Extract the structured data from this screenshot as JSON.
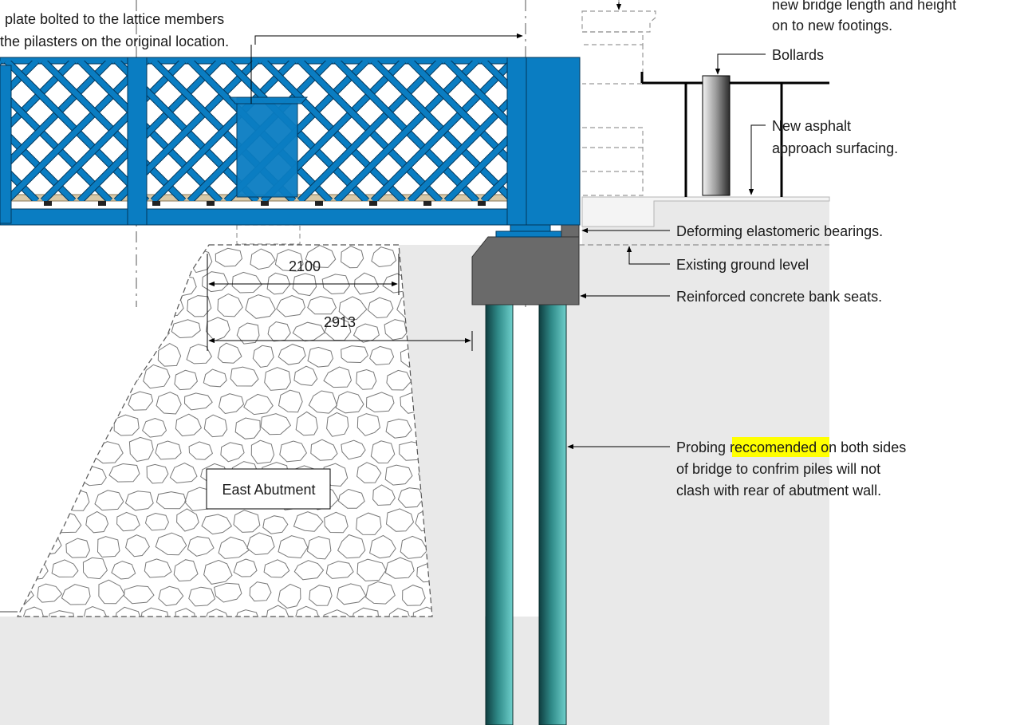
{
  "notes": {
    "top_left_line1": "plate bolted to the lattice members",
    "top_left_line2": "the pilasters on the original location.",
    "top_right_line1": "new bridge length and height",
    "top_right_line2": "on to new footings.",
    "bollards": "Bollards",
    "asphalt_line1": "New asphalt",
    "asphalt_line2": "approach surfacing.",
    "bearings": "Deforming elastomeric bearings.",
    "ground": "Existing ground level",
    "bank_seats": "Reinforced concrete bank seats.",
    "probing_line1_a": "Probing ",
    "probing_line1_highlight": "reccomended",
    "probing_line1_b": " on both sides",
    "probing_line2": "of bridge to confrim piles will not",
    "probing_line3": "clash with rear of abutment wall."
  },
  "dimensions": {
    "dim_a": "2100",
    "dim_b": "2913"
  },
  "abutment_label": "East Abutment",
  "colors": {
    "girder_blue": "#0a7dc2",
    "girder_dark": "#05568a",
    "concrete": "#6a6a6a",
    "pile_teal": "#5fc0bd",
    "ground_fill": "#e8e8e8",
    "highlight": "#ffff00",
    "deck_timber": "#d9c9a8"
  }
}
